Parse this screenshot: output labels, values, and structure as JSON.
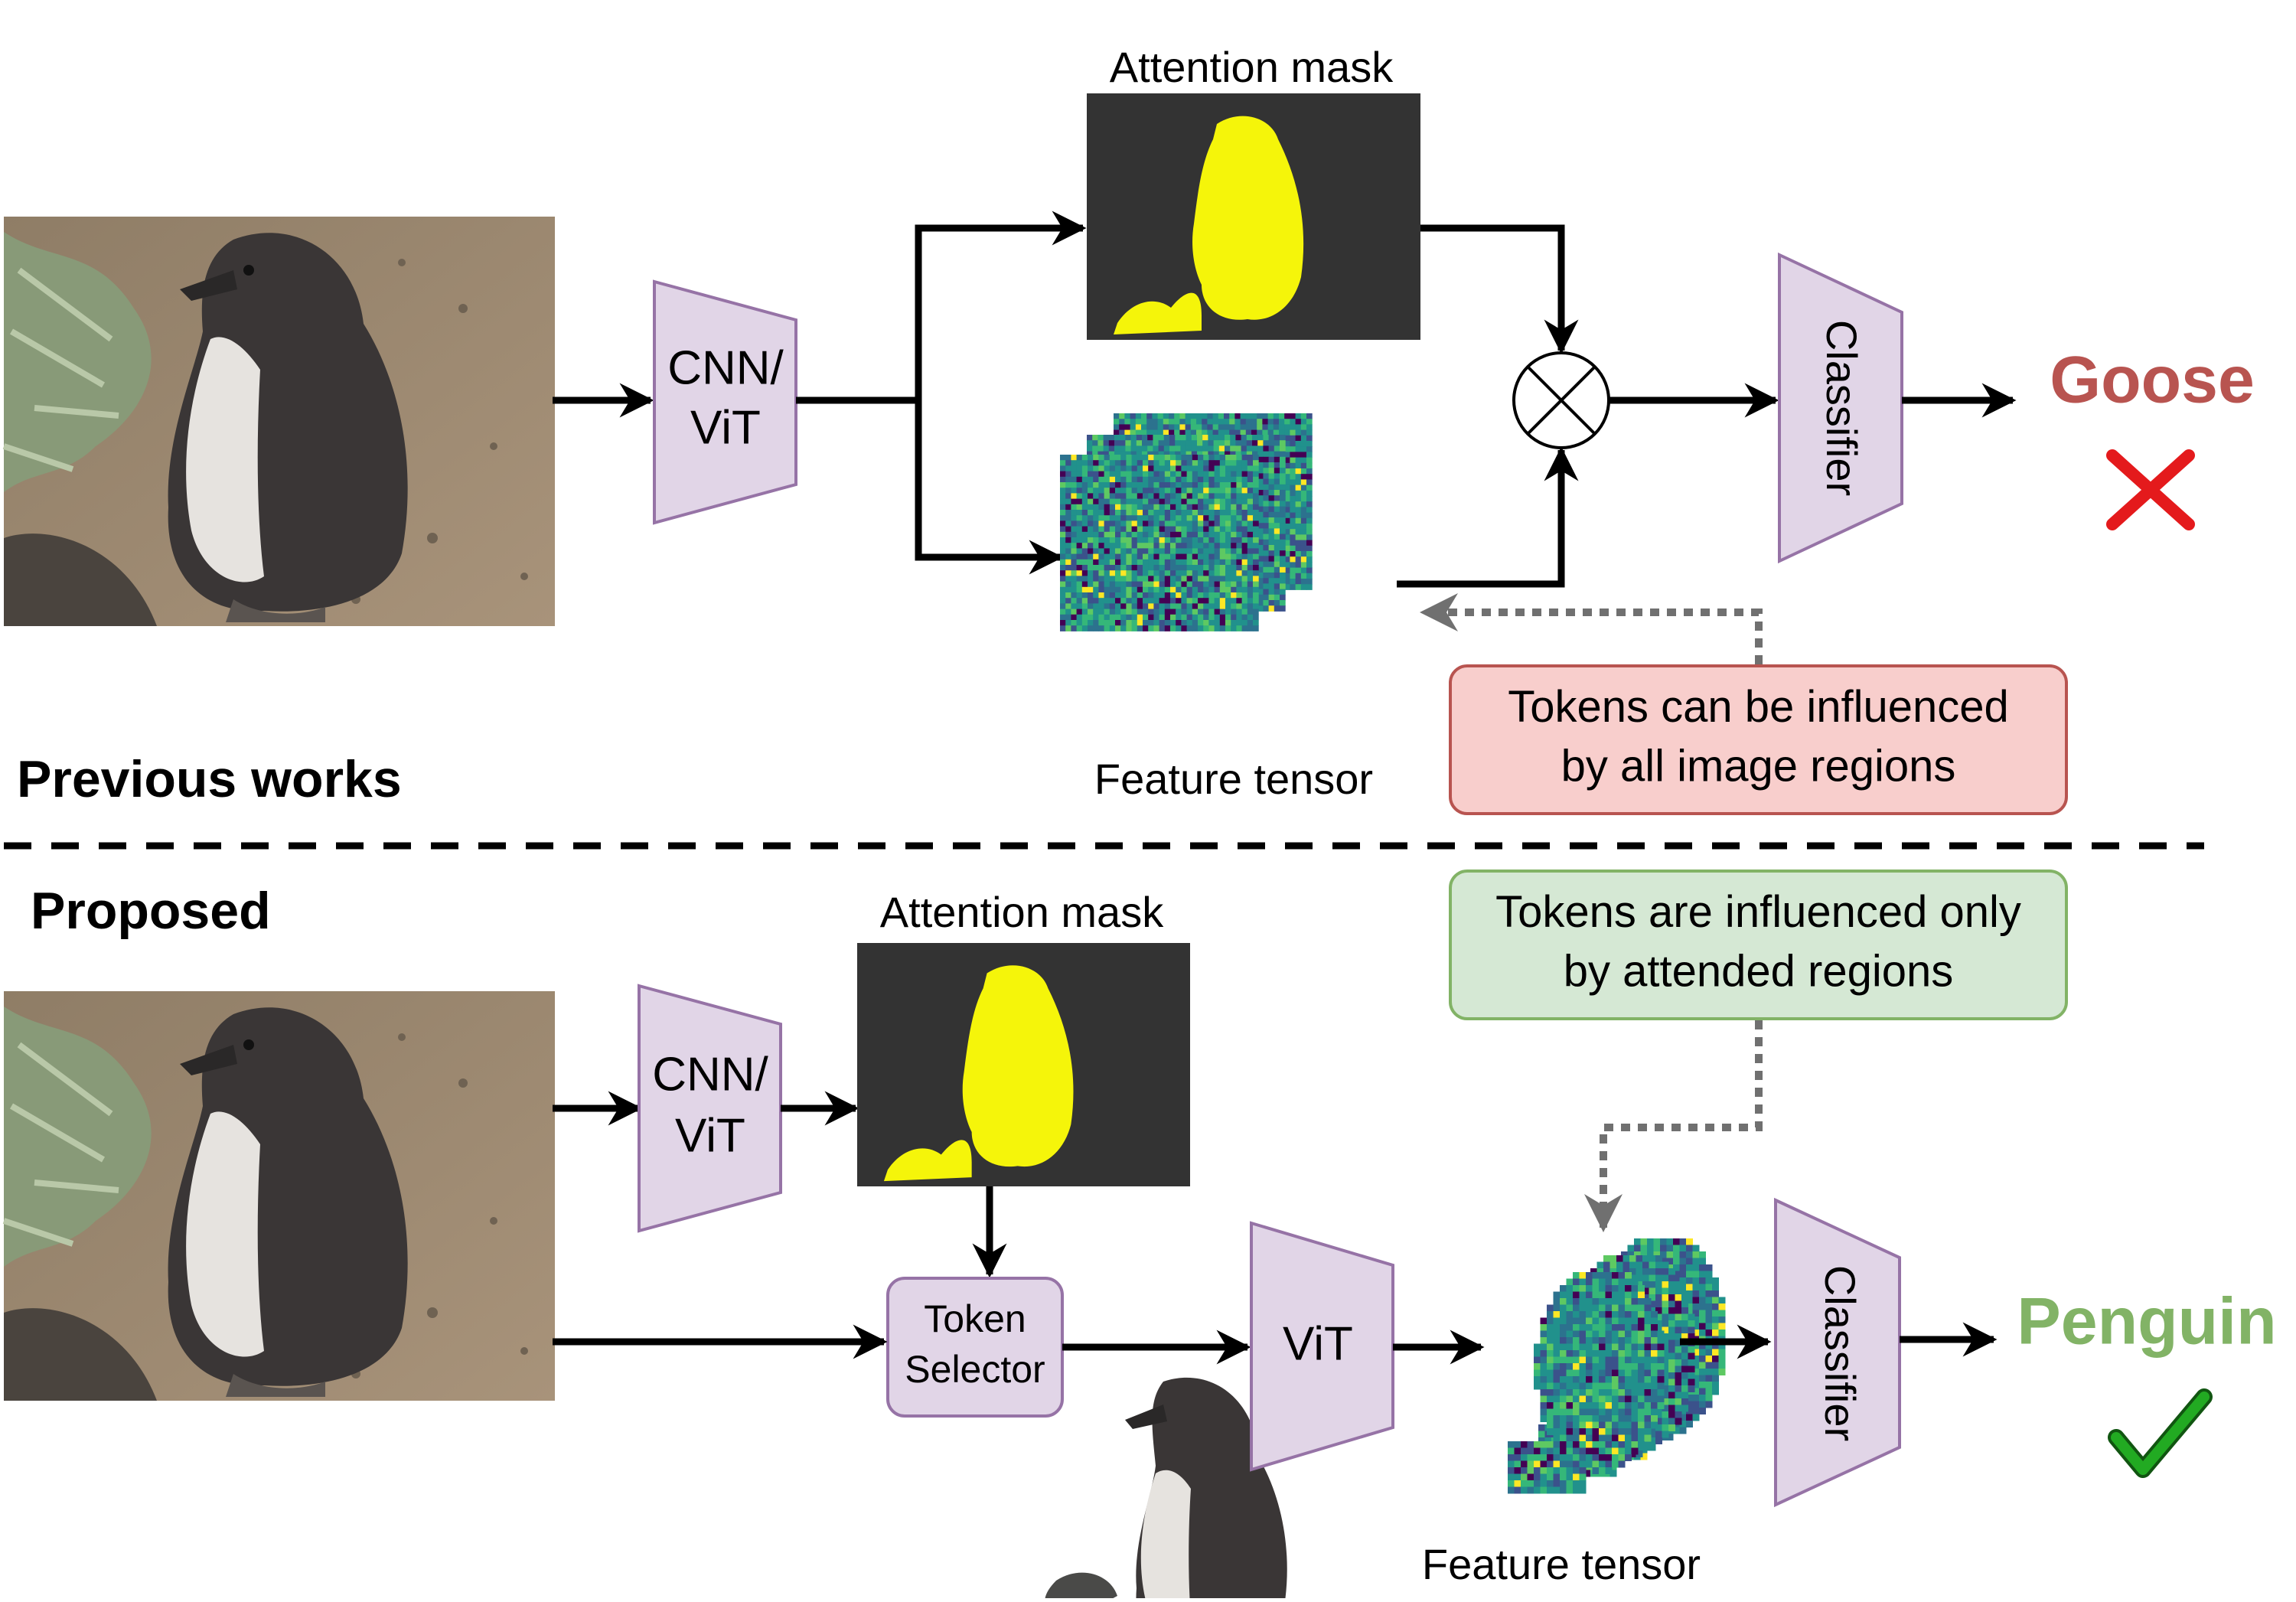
{
  "sections": {
    "top_label": "Previous works",
    "bottom_label": "Proposed"
  },
  "top": {
    "backbone_label": [
      "CNN/",
      "ViT"
    ],
    "attention_mask_label": "Attention mask",
    "feature_tensor_label": "Feature tensor",
    "classifier_label": "Classifier",
    "prediction": "Goose",
    "note": [
      "Tokens can be influenced",
      "by all image regions"
    ],
    "colors": {
      "prediction": "#b85450",
      "note_fill": "#f8cecc",
      "note_stroke": "#b85450",
      "mark": "#e41a1c"
    }
  },
  "bottom": {
    "backbone_label": [
      "CNN/",
      "ViT"
    ],
    "attention_mask_label": "Attention mask",
    "token_selector_label": [
      "Token",
      "Selector"
    ],
    "vit_label": "ViT",
    "feature_tensor_label": "Feature tensor",
    "classifier_label": "Classifier",
    "prediction": "Penguin",
    "note": [
      "Tokens are influenced only",
      "by attended regions"
    ],
    "colors": {
      "prediction": "#82b366",
      "note_fill": "#d5e8d4",
      "note_stroke": "#82b366",
      "mark": "#22aa22"
    }
  },
  "colors": {
    "block_fill": "#e1d5e7",
    "block_stroke": "#9673a6",
    "mask_bg": "#333333",
    "mask_fg": "#f5f50a"
  }
}
